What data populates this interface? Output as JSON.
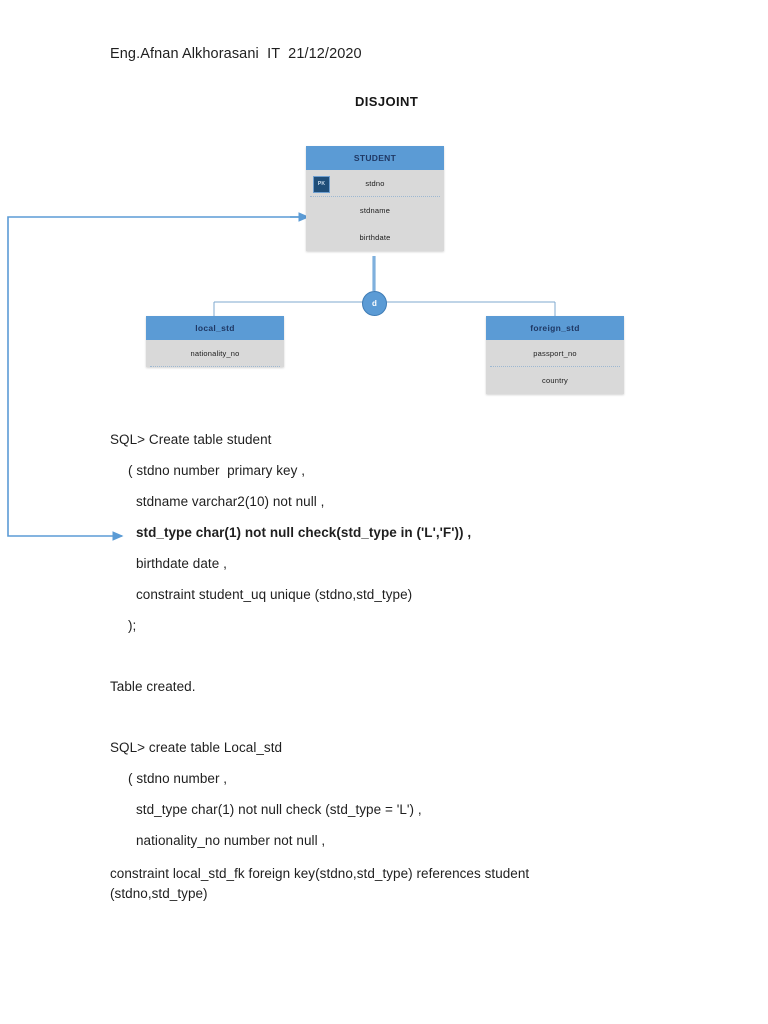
{
  "document": {
    "header": "Eng.Afnan Alkhorasani  IT  21/12/2020",
    "subtitle": "DISJOINT"
  },
  "diagram": {
    "type": "er-diagram",
    "disjoint_marker": "d",
    "entities": [
      {
        "id": "student",
        "title": "STUDENT",
        "attributes": [
          {
            "name": "stdno",
            "key": "PK",
            "separator_below": true
          },
          {
            "name": "stdname",
            "key": "",
            "separator_below": false
          },
          {
            "name": "birthdate",
            "key": "",
            "separator_below": false
          }
        ]
      },
      {
        "id": "local_std",
        "title": "local_std",
        "attributes": [
          {
            "name": "nationality_no",
            "key": "",
            "separator_below": true
          }
        ]
      },
      {
        "id": "foreign_std",
        "title": "foreign_std",
        "attributes": [
          {
            "name": "passport_no",
            "key": "",
            "separator_below": true
          },
          {
            "name": "country",
            "key": "",
            "separator_below": false
          }
        ]
      }
    ],
    "colors": {
      "header_fill": "#5b9bd5",
      "header_text": "#1f3864",
      "body_fill": "#d9d9d9",
      "pk_badge_fill": "#1f4e79",
      "connector": "#5b9bd5",
      "annotation_arrow": "#5b9bd5"
    }
  },
  "sql": {
    "block1": [
      {
        "text": "SQL> Create table student",
        "bold": false,
        "indent": 0
      },
      {
        "text": "( stdno number  primary key ,",
        "bold": false,
        "indent": 18
      },
      {
        "text": "stdname varchar2(10) not null ,",
        "bold": false,
        "indent": 26
      },
      {
        "text": "std_type char(1) not null check(std_type in ('L','F')) ,",
        "bold": true,
        "indent": 26
      },
      {
        "text": "birthdate date ,",
        "bold": false,
        "indent": 26
      },
      {
        "text": "constraint student_uq unique (stdno,std_type)",
        "bold": false,
        "indent": 26
      },
      {
        "text": ");",
        "bold": false,
        "indent": 18
      }
    ],
    "result1": "Table created.",
    "block2": [
      {
        "text": "SQL> create table Local_std",
        "bold": false,
        "indent": 0
      },
      {
        "text": "( stdno number ,",
        "bold": false,
        "indent": 18
      },
      {
        "text": "std_type char(1) not null check (std_type = 'L') ,",
        "bold": false,
        "indent": 26
      },
      {
        "text": "nationality_no number not null ,",
        "bold": false,
        "indent": 26
      }
    ],
    "block2_wrapped": "    constraint local_std_fk  foreign key(stdno,std_type) references student (stdno,std_type)"
  }
}
